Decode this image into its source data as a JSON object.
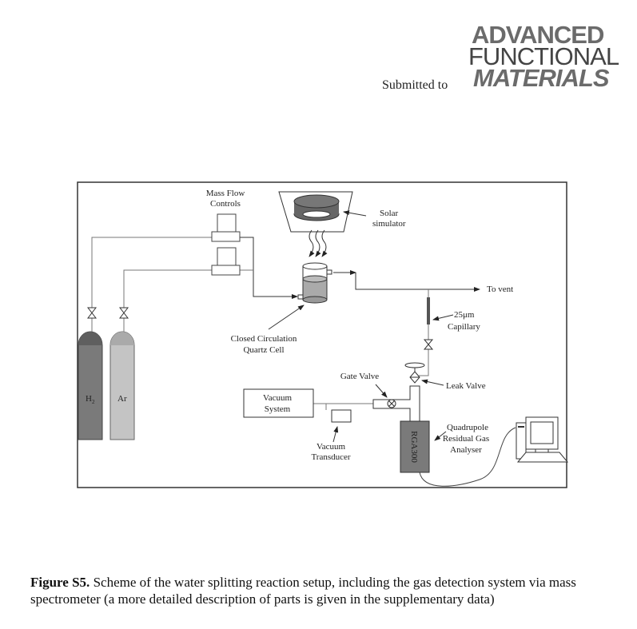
{
  "header": {
    "submitted_to": "Submitted to",
    "journal_logo": [
      "ADVANCED",
      "FUNCTIONAL",
      "MATERIALS"
    ]
  },
  "diagram": {
    "mass_flow": [
      "Mass Flow",
      "Controls"
    ],
    "solar": [
      "Solar",
      "simulator"
    ],
    "to_vent": "To vent",
    "capillary": [
      "25μm",
      "Capillary"
    ],
    "cell": [
      "Closed Circulation",
      "Quartz Cell"
    ],
    "gate_valve": "Gate Valve",
    "leak_valve": "Leak Valve",
    "vacuum_system": [
      "Vacuum",
      "System"
    ],
    "transducer": [
      "Vacuum",
      "Transducer"
    ],
    "analyser": [
      "Quadrupole",
      "Residual Gas",
      "Analyser"
    ],
    "rga": "RGA300",
    "h2": "H",
    "h2_sub": "2",
    "ar": "Ar"
  },
  "caption": {
    "label": "Figure S5.",
    "text": " Scheme of the water splitting reaction setup, including the gas detection system via mass spectrometer (a more detailed description of parts is given in the supplementary data)"
  }
}
